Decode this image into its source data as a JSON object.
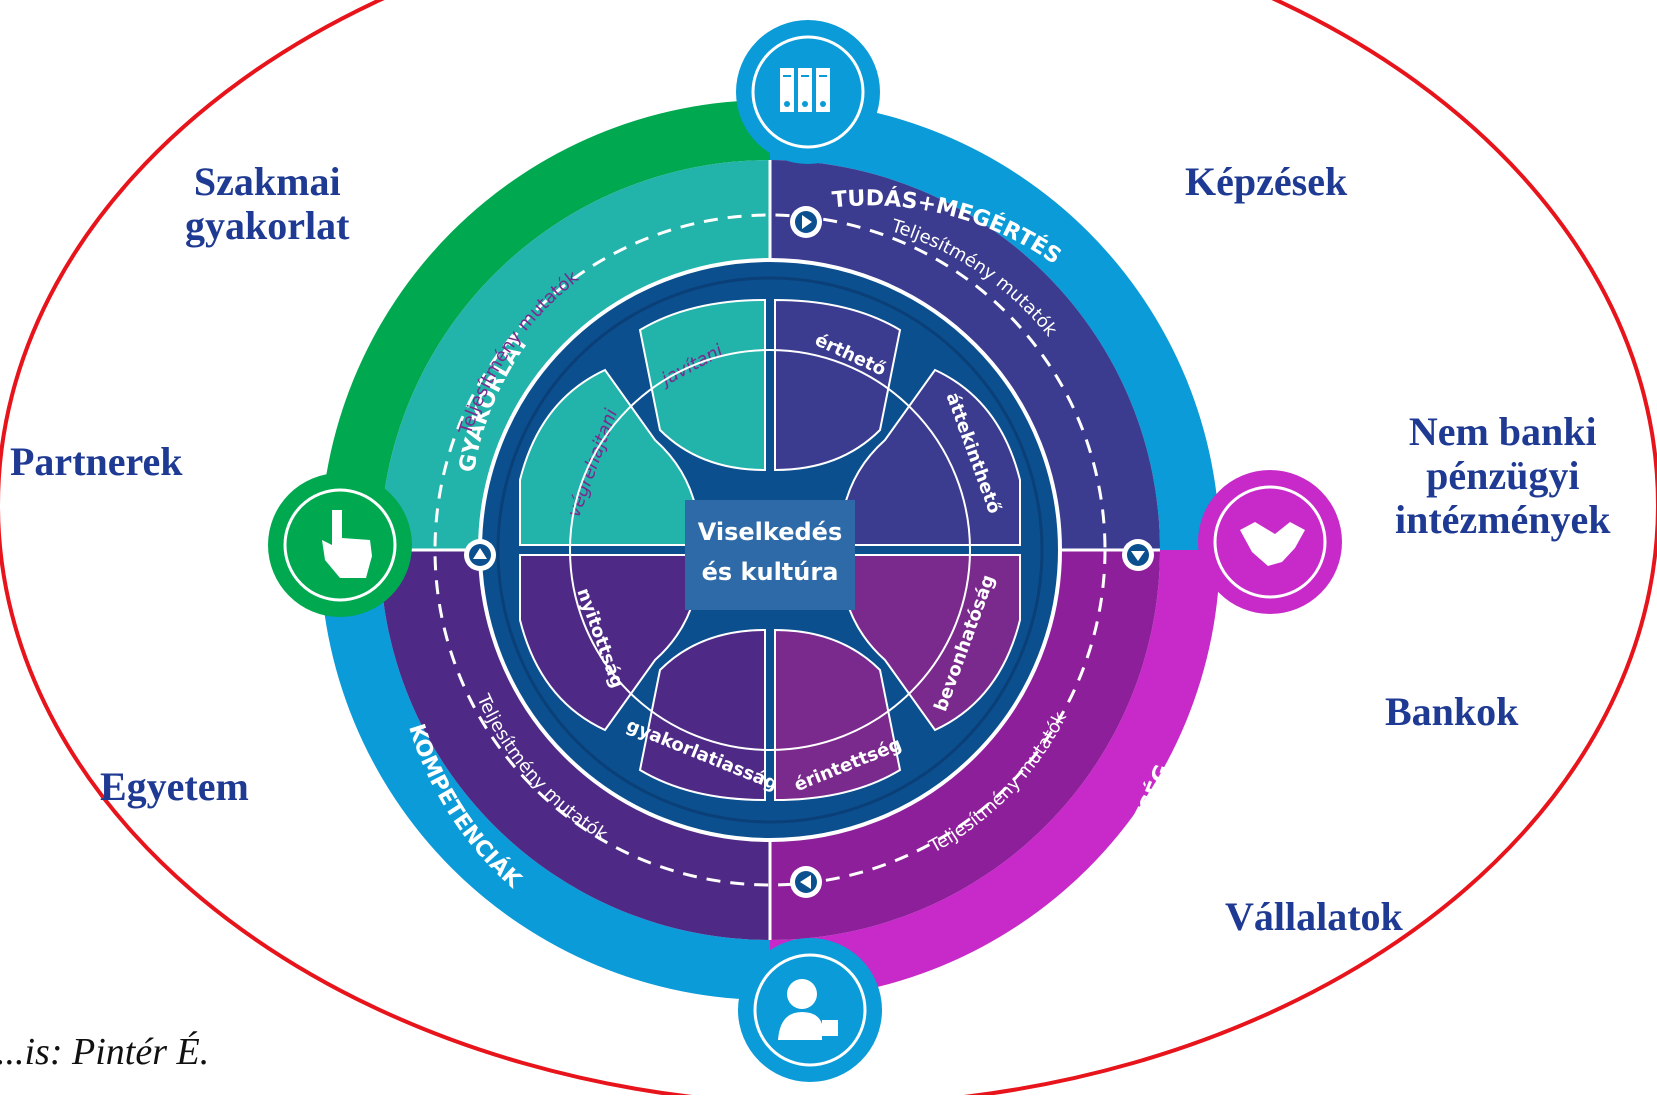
{
  "center": {
    "line1": "Viselkedés",
    "line2": "és kultúra"
  },
  "outer_labels": {
    "szakmai": [
      "Szakmai",
      "gyakorlat"
    ],
    "kepzesek": "Képzések",
    "partnerek": "Partnerek",
    "nem_banki": [
      "Nem banki",
      "pénzügyi",
      "intézmények"
    ],
    "bankok": "Bankok",
    "egyetem": "Egyetem",
    "vallalatok": "Vállalatok"
  },
  "source_text": "...is: Pintér É.",
  "ring_labels": {
    "gyakorlat": "GYAKORLAT",
    "tudas": "TUDÁS+MEGÉRTÉS",
    "kompetenciak": "KOMPETENCIÁK",
    "elkotelezettseg": "ELKÖTELEZETTSÉG"
  },
  "kpi_label": "Teljesítmény mutatók",
  "petals": {
    "javitani": "javítani",
    "vegrehajtani": "végrehajtani",
    "ertheto": "érthető",
    "attekintheto": "áttekinthető",
    "nyitottsag": "nyitottság",
    "gyakorlatiassag": "gyakorlatiasság",
    "erintettseg": "érintettség",
    "bevonhatosag": "bevonhatóság"
  },
  "icons": {
    "top": "binders-icon",
    "left": "hand-pointer-icon",
    "right": "handshake-icon",
    "bottom": "person-puzzle-icon"
  },
  "colors": {
    "ellipse": "#e8141b",
    "green": "#00a94f",
    "blue": "#0a9bd8",
    "magenta": "#c72ac8",
    "teal": "#22b3aa",
    "indigo": "#3b3b8f",
    "purple": "#4e2a86",
    "violet": "#7a2a8c",
    "navy": "#0b4f8f",
    "text_blue": "#1f3a93"
  }
}
